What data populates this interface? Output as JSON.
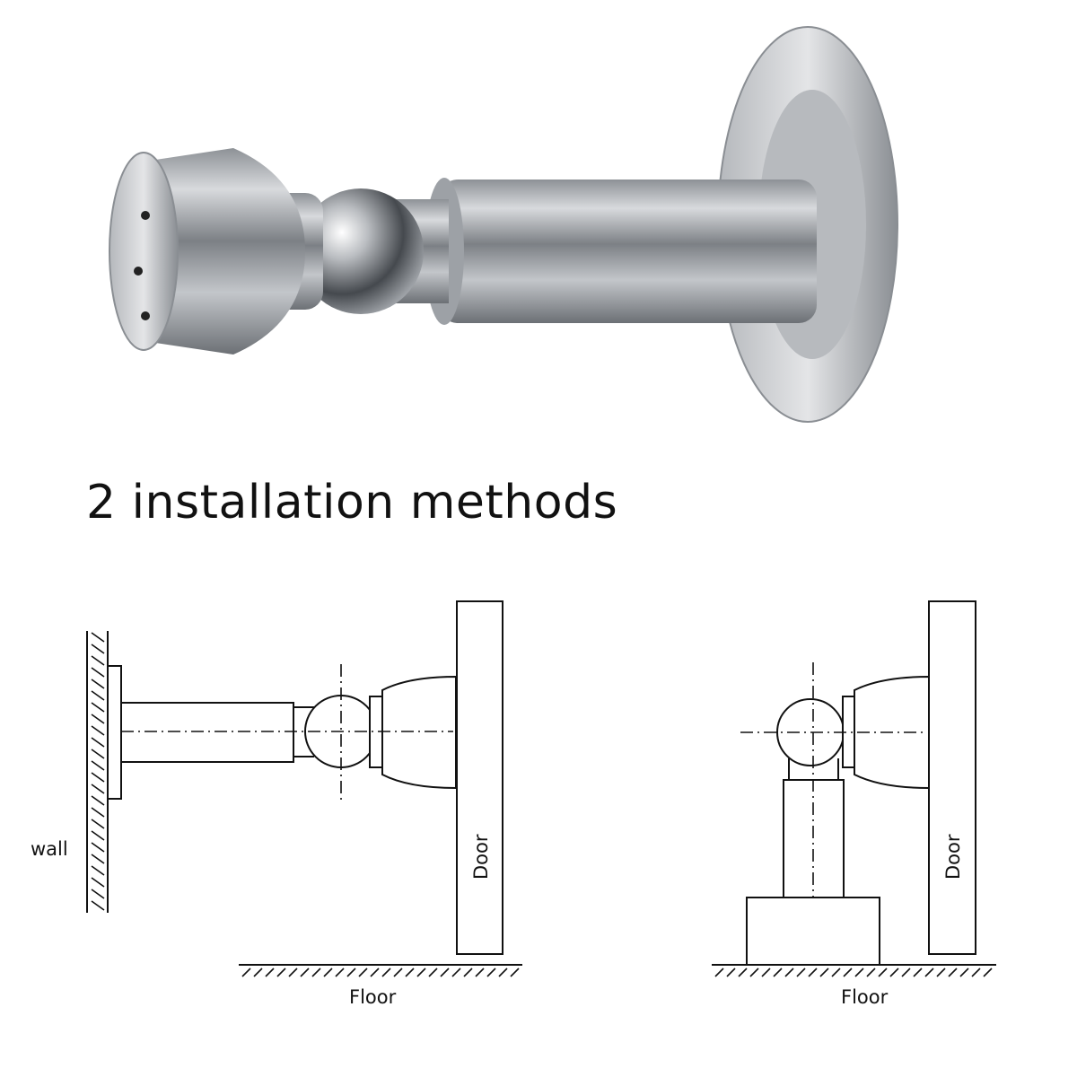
{
  "title": "2 installation methods",
  "product_image": {
    "subject": "magnetic-door-stopper",
    "finish_color": "#a9adb3"
  },
  "diagrams": [
    {
      "method": "wall-mounted",
      "labels": {
        "wall": "wall",
        "door": "Door",
        "floor": "Floor"
      }
    },
    {
      "method": "floor-mounted",
      "labels": {
        "door": "Door",
        "floor": "Floor"
      }
    }
  ]
}
